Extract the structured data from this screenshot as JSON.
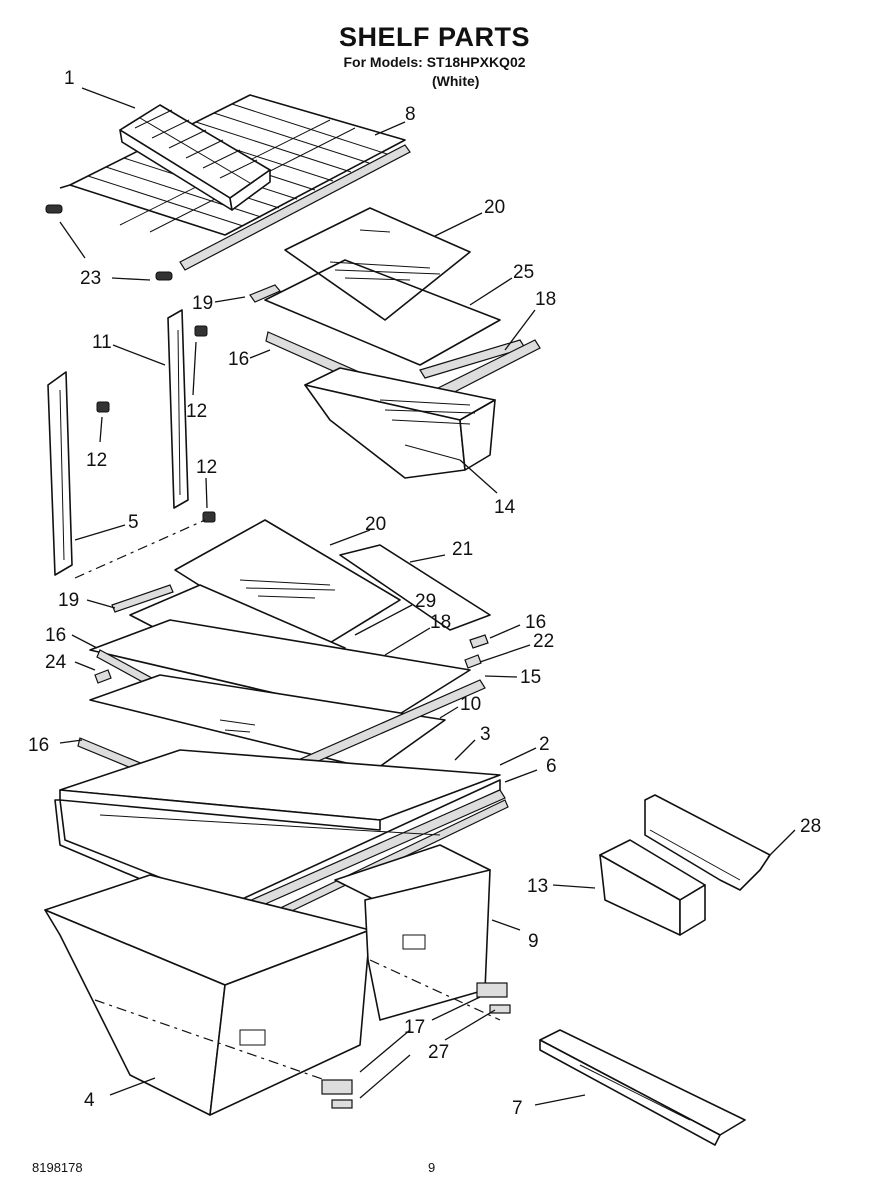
{
  "header": {
    "title": "SHELF PARTS",
    "models": "For Models: ST18HPXKQ02",
    "color": "(White)"
  },
  "footer": {
    "doc_number": "8198178",
    "page": "9"
  },
  "callouts": [
    {
      "id": "c1",
      "label": "1"
    },
    {
      "id": "c8",
      "label": "8"
    },
    {
      "id": "c20a",
      "label": "20"
    },
    {
      "id": "c23",
      "label": "23"
    },
    {
      "id": "c25",
      "label": "25"
    },
    {
      "id": "c18a",
      "label": "18"
    },
    {
      "id": "c19a",
      "label": "19"
    },
    {
      "id": "c11",
      "label": "11"
    },
    {
      "id": "c16a",
      "label": "16"
    },
    {
      "id": "c12a",
      "label": "12"
    },
    {
      "id": "c12b",
      "label": "12"
    },
    {
      "id": "c12c",
      "label": "12"
    },
    {
      "id": "c14",
      "label": "14"
    },
    {
      "id": "c5",
      "label": "5"
    },
    {
      "id": "c20b",
      "label": "20"
    },
    {
      "id": "c21",
      "label": "21"
    },
    {
      "id": "c19b",
      "label": "19"
    },
    {
      "id": "c29",
      "label": "29"
    },
    {
      "id": "c18b",
      "label": "18"
    },
    {
      "id": "c16b",
      "label": "16"
    },
    {
      "id": "c16c",
      "label": "16"
    },
    {
      "id": "c22",
      "label": "22"
    },
    {
      "id": "c24",
      "label": "24"
    },
    {
      "id": "c15",
      "label": "15"
    },
    {
      "id": "c10",
      "label": "10"
    },
    {
      "id": "c3",
      "label": "3"
    },
    {
      "id": "c16d",
      "label": "16"
    },
    {
      "id": "c2",
      "label": "2"
    },
    {
      "id": "c6",
      "label": "6"
    },
    {
      "id": "c28",
      "label": "28"
    },
    {
      "id": "c13",
      "label": "13"
    },
    {
      "id": "c9",
      "label": "9"
    },
    {
      "id": "c17",
      "label": "17"
    },
    {
      "id": "c27",
      "label": "27"
    },
    {
      "id": "c4",
      "label": "4"
    },
    {
      "id": "c7",
      "label": "7"
    }
  ]
}
